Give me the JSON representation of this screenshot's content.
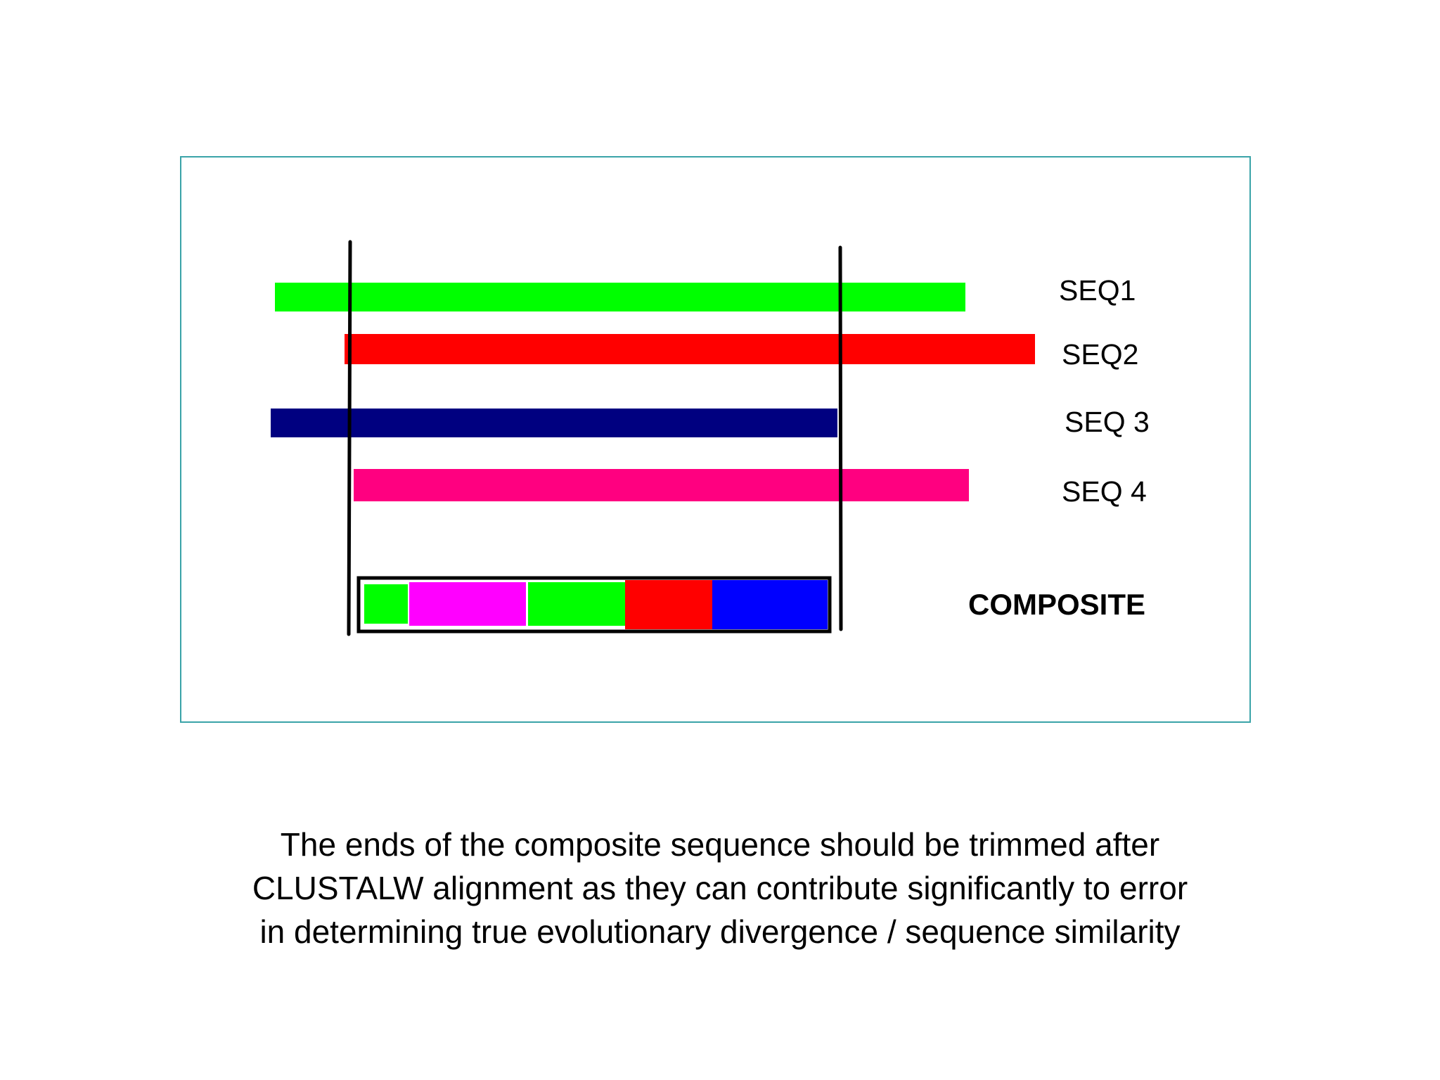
{
  "diagram": {
    "colors": {
      "frame": "#3aa3a8",
      "seq1": "#00ff00",
      "seq2": "#ff0000",
      "seq3": "#000080",
      "seq4": "#ff0080",
      "divider": "#000000",
      "composite_segments": [
        "#00ff00",
        "#ff00ff",
        "#00ff00",
        "#ff0000",
        "#0000ff"
      ]
    },
    "sequences": [
      {
        "label": "SEQ1"
      },
      {
        "label": "SEQ2"
      },
      {
        "label": "SEQ 3"
      },
      {
        "label": "SEQ 4"
      }
    ],
    "composite": {
      "label": "COMPOSITE"
    }
  },
  "caption": {
    "lines": [
      "The ends of the composite sequence should be trimmed after",
      "CLUSTALW alignment as they can contribute significantly to error",
      "in determining true evolutionary divergence / sequence similarity"
    ]
  }
}
